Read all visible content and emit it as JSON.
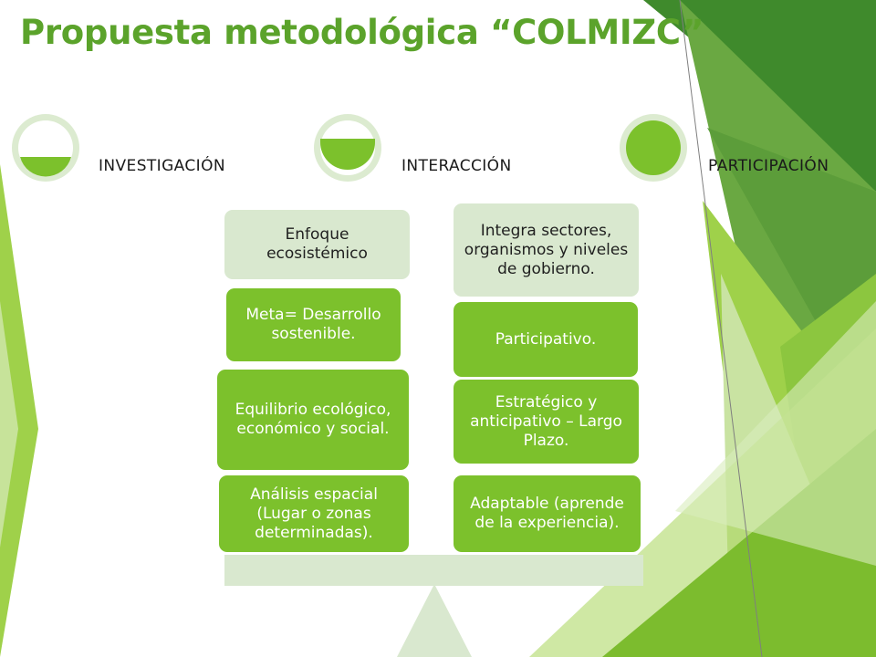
{
  "title": "Propuesta metodológica “COLMIZC”",
  "phases": [
    {
      "label": "INVESTIGACIÓN",
      "icon": "quarter-filled-circle-icon"
    },
    {
      "label": "INTERACCIÓN",
      "icon": "half-filled-circle-icon"
    },
    {
      "label": "PARTICIPACIÓN",
      "icon": "full-filled-circle-icon"
    }
  ],
  "left_column": [
    "Enfoque ecosistémico",
    "Meta= Desarrollo sostenible.",
    "Equilibrio ecológico, económico y social.",
    "Análisis espacial (Lugar o zonas determinadas)."
  ],
  "right_column": [
    "Integra sectores, organismos y niveles de gobierno.",
    "Participativo.",
    "Estratégico y anticipativo – Largo Plazo.",
    "Adaptable (aprende de la experiencia)."
  ],
  "colors": {
    "title": "#5ba32b",
    "accent_green": "#7cc12c",
    "light_green": "#d9e8cf",
    "icon_ring": "#dcebd0"
  }
}
